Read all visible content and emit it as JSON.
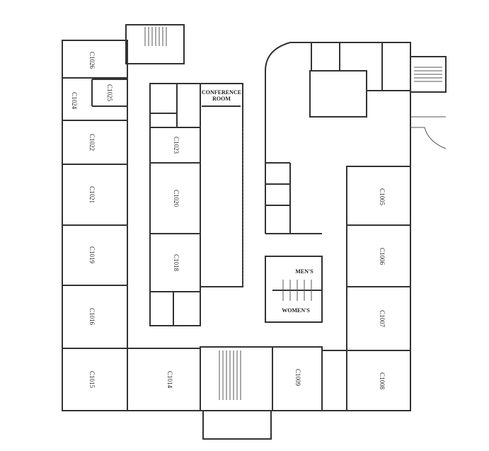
{
  "rooms": {
    "c1026": "C1026",
    "c1025": "C1025",
    "c1024": "C1024",
    "c1022": "C1022",
    "c1021": "C1021",
    "c1019": "C1019",
    "c1016": "C1016",
    "c1015": "C1015",
    "c1014": "C1014",
    "c1023": "C1023",
    "c1020": "C1020",
    "c1018": "C1018",
    "c1005": "C1005",
    "c1006": "C1006",
    "c1007": "C1007",
    "c1008": "C1008",
    "c1009": "C1009",
    "conference_line1": "CONFERENCE",
    "conference_line2": "ROOM",
    "mens": "MEN'S",
    "womens": "WOMEN'S"
  }
}
